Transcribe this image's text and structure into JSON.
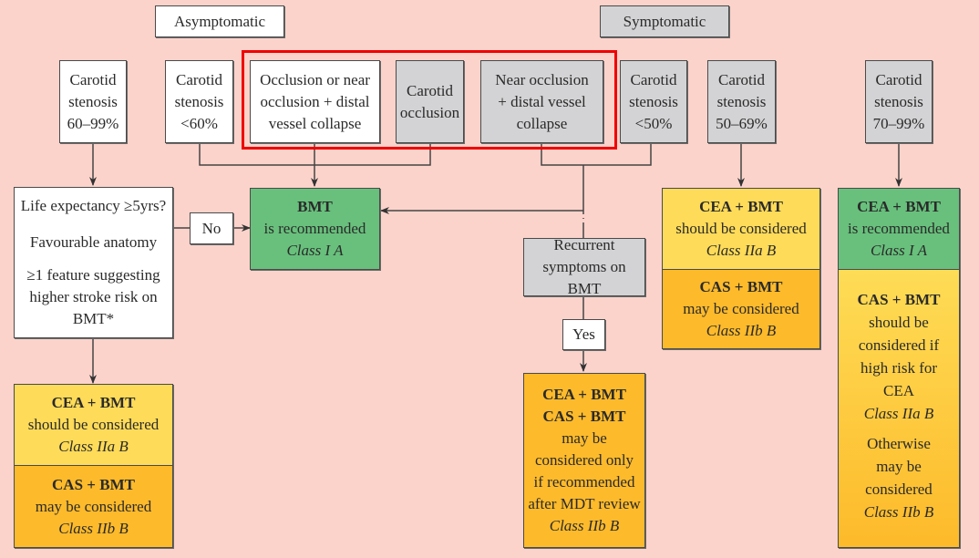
{
  "headers": {
    "asymptomatic": "Asymptomatic",
    "symptomatic": "Symptomatic"
  },
  "conditions": {
    "asym_60_99": [
      "Carotid",
      "stenosis",
      "60–99%"
    ],
    "asym_lt60": [
      "Carotid",
      "stenosis",
      "<60%"
    ],
    "asym_occlusion": [
      "Occlusion or near",
      "occlusion + distal",
      "vessel collapse"
    ],
    "sym_occlusion": [
      "Carotid",
      "occlusion"
    ],
    "sym_near_occlusion": [
      "Near occlusion",
      "+ distal vessel",
      "collapse"
    ],
    "sym_lt50": [
      "Carotid",
      "stenosis",
      "<50%"
    ],
    "sym_50_69": [
      "Carotid",
      "stenosis",
      "50–69%"
    ],
    "sym_70_99": [
      "Carotid",
      "stenosis",
      "70–99%"
    ]
  },
  "criteria": {
    "line1": "Life expectancy ≥5yrs?",
    "line2": "Favourable anatomy",
    "line3": [
      "≥1 feature suggesting",
      "higher stroke risk on",
      "BMT*"
    ]
  },
  "labels": {
    "no": "No",
    "yes": "Yes",
    "recurrent": [
      "Recurrent",
      "symptoms on BMT"
    ]
  },
  "recommendations": {
    "bmt": {
      "title": "BMT",
      "text": "is recommended",
      "class": "Class I A"
    },
    "asym_cea": {
      "title": "CEA + BMT",
      "text": "should be considered",
      "class": "Class IIa B"
    },
    "asym_cas": {
      "title": "CAS + BMT",
      "text": "may be considered",
      "class": "Class IIb B"
    },
    "recurrent_rec": {
      "titles": [
        "CEA + BMT",
        "CAS + BMT"
      ],
      "text": [
        "may be",
        "considered only",
        "if recommended",
        "after MDT review"
      ],
      "class": "Class IIb B"
    },
    "sym50_cea": {
      "title": "CEA + BMT",
      "text": "should be considered",
      "class": "Class IIa B"
    },
    "sym50_cas": {
      "title": "CAS + BMT",
      "text": "may be considered",
      "class": "Class IIb B"
    },
    "sym70_cea": {
      "title": "CEA + BMT",
      "text": "is recommended",
      "class": "Class I A"
    },
    "sym70_cas": {
      "title": "CAS + BMT",
      "text": [
        "should be",
        "considered if",
        "high risk for",
        "CEA"
      ],
      "class": "Class IIa B",
      "otherwise": [
        "Otherwise",
        "may be",
        "considered"
      ],
      "class2": "Class IIb B"
    }
  },
  "colors": {
    "background": "#fbd3cb",
    "green": "#68c07c",
    "yellow": "#fedb58",
    "orange": "#fdba2b",
    "grey": "#d3d3d5",
    "highlight": "#f00000"
  }
}
